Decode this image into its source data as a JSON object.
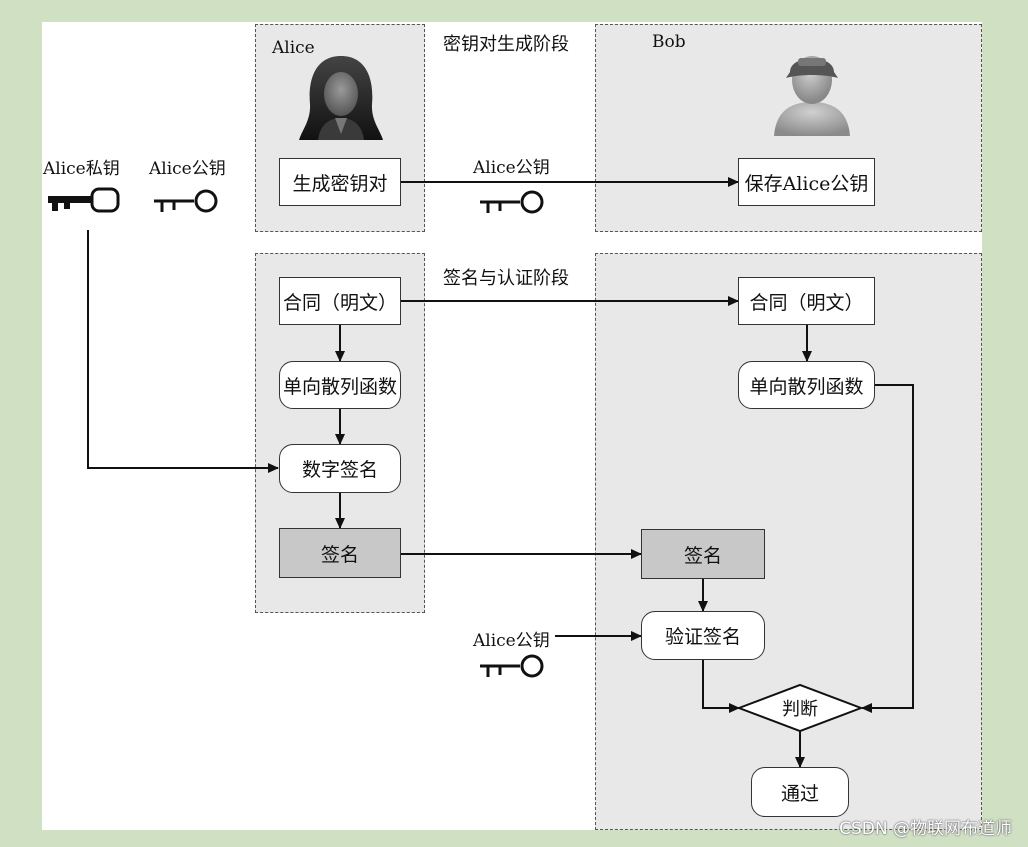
{
  "phases": {
    "keygen": "密钥对生成阶段",
    "sign_verify": "签名与认证阶段"
  },
  "actors": {
    "alice": "Alice",
    "bob": "Bob"
  },
  "keys": {
    "alice_private": "Alice私钥",
    "alice_public": "Alice公钥",
    "transfer_public": "Alice公钥",
    "verify_public": "Alice公钥"
  },
  "alice_steps": {
    "generate_keypair": "生成密钥对",
    "contract": "合同（明文）",
    "hash": "单向散列函数",
    "digital_sign": "数字签名",
    "signature": "签名"
  },
  "bob_steps": {
    "save_public_key": "保存Alice公钥",
    "contract": "合同（明文）",
    "hash": "单向散列函数",
    "signature": "签名",
    "verify_signature": "验证签名",
    "judge": "判断",
    "pass": "通过"
  },
  "watermark": "CSDN @物联网布道师",
  "colors": {
    "page_bg": "#cfe0c3",
    "zone_bg": "#e8e8e8",
    "signature_box": "#c8c8c8"
  }
}
